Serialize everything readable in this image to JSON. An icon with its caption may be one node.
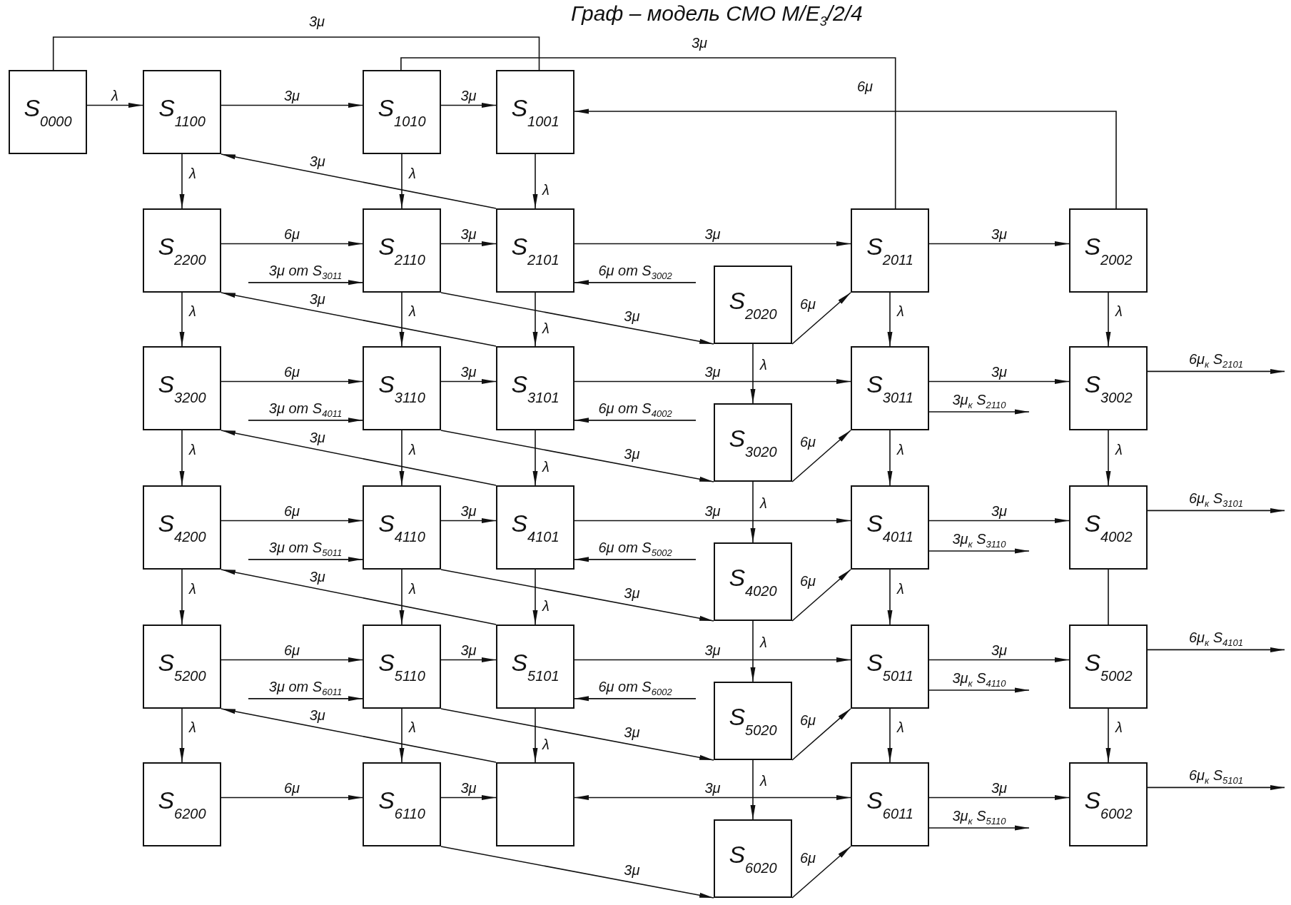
{
  "diagram": {
    "title": "Граф – модель СМО M/E$_{3}$/2/4",
    "nodes": [
      {
        "text": [
          "S$_{0000}$"
        ]
      },
      {
        "text": [
          "S$_{1100}$"
        ]
      },
      {
        "text": [
          "S$_{1010}$"
        ]
      },
      {
        "text": [
          "S$_{1001}$"
        ]
      },
      {
        "text": [
          "S$_{2200}$"
        ]
      },
      {
        "text": [
          "S$_{2110}$"
        ]
      },
      {
        "text": [
          "S$_{2101}$"
        ]
      },
      {
        "text": [
          "S$_{2011}$"
        ]
      },
      {
        "text": [
          "S$_{2002}$"
        ]
      },
      {
        "text": [
          "S$_{2020}$"
        ]
      },
      {
        "text": [
          "S$_{3200}$"
        ]
      },
      {
        "text": [
          "S$_{3110}$"
        ]
      },
      {
        "text": [
          "S$_{3101}$"
        ]
      },
      {
        "text": [
          "S$_{3011}$"
        ]
      },
      {
        "text": [
          "S$_{3002}$"
        ]
      },
      {
        "text": [
          "S$_{3020}$"
        ]
      },
      {
        "text": [
          "S$_{4200}$"
        ]
      },
      {
        "text": [
          "S$_{4110}$"
        ]
      },
      {
        "text": [
          "S$_{4101}$"
        ]
      },
      {
        "text": [
          "S$_{4011}$"
        ]
      },
      {
        "text": [
          "S$_{4002}$"
        ]
      },
      {
        "text": [
          "S$_{4020}$"
        ]
      },
      {
        "text": [
          "S$_{5200}$"
        ]
      },
      {
        "text": [
          "S$_{5110}$"
        ]
      },
      {
        "text": [
          "S$_{5101}$"
        ]
      },
      {
        "text": [
          "S$_{5011}$"
        ]
      },
      {
        "text": [
          "S$_{5002}$"
        ]
      },
      {
        "text": [
          "S$_{5020}$"
        ]
      },
      {
        "text": [
          "S$_{6200}$"
        ]
      },
      {
        "text": [
          "S$_{6110}$"
        ]
      },
      {
        "text": [],
        "shape": "box"
      },
      {
        "text": [
          "S$_{6011}$"
        ]
      },
      {
        "text": [
          "S$_{6002}$"
        ]
      },
      {
        "text": [
          "S$_{6020}$"
        ]
      }
    ],
    "edges": [
      {
        "from": 0,
        "to": 1,
        "arrow": "to",
        "label": "λ"
      },
      {
        "from": 1,
        "to": 2,
        "arrow": "to",
        "label": "3μ"
      },
      {
        "from": 2,
        "to": 3,
        "arrow": "to",
        "label": "3μ"
      },
      {
        "from": 3,
        "to": 0,
        "arrow": "none",
        "label": "3μ"
      },
      {
        "from": 7,
        "to": 2,
        "arrow": "none",
        "label": "3μ"
      },
      {
        "from": 8,
        "to": 3,
        "arrow": "to",
        "label": "6μ"
      },
      {
        "from": 1,
        "to": 4,
        "arrow": "to",
        "label": "λ"
      },
      {
        "from": 2,
        "to": 5,
        "arrow": "to",
        "label": "λ"
      },
      {
        "from": 3,
        "to": 6,
        "arrow": "to",
        "label": "λ"
      },
      {
        "from": 6,
        "to": 1,
        "arrow": "to",
        "label": "3μ"
      },
      {
        "from": 4,
        "to": 5,
        "arrow": "to",
        "label": "6μ"
      },
      {
        "from": null,
        "to": 5,
        "arrow": "to",
        "label": "3μ от S$_{3011}$"
      },
      {
        "from": 5,
        "to": 6,
        "arrow": "to",
        "label": "3μ"
      },
      {
        "from": 6,
        "to": 7,
        "arrow": "to",
        "label": "3μ"
      },
      {
        "from": null,
        "to": 6,
        "arrow": "to",
        "label": "6μ от S$_{3002}$"
      },
      {
        "from": 7,
        "to": 8,
        "arrow": "to",
        "label": "3μ"
      },
      {
        "from": 5,
        "to": 9,
        "arrow": "to",
        "label": "3μ"
      },
      {
        "from": 9,
        "to": 7,
        "arrow": "to",
        "label": "6μ"
      },
      {
        "from": 4,
        "to": 10,
        "arrow": "to",
        "label": "λ"
      },
      {
        "from": 5,
        "to": 11,
        "arrow": "to",
        "label": "λ"
      },
      {
        "from": 6,
        "to": 12,
        "arrow": "to",
        "label": "λ"
      },
      {
        "from": 7,
        "to": 13,
        "arrow": "to",
        "label": "λ"
      },
      {
        "from": 8,
        "to": 14,
        "arrow": "to",
        "label": "λ"
      },
      {
        "from": 9,
        "to": 15,
        "arrow": "to",
        "label": "λ"
      },
      {
        "from": 12,
        "to": 4,
        "arrow": "to",
        "label": "3μ"
      },
      {
        "from": 10,
        "to": 11,
        "arrow": "to",
        "label": "6μ"
      },
      {
        "from": null,
        "to": 11,
        "arrow": "to",
        "label": "3μ от S$_{4011}$"
      },
      {
        "from": 11,
        "to": 12,
        "arrow": "to",
        "label": "3μ"
      },
      {
        "from": 12,
        "to": 13,
        "arrow": "to",
        "label": "3μ"
      },
      {
        "from": null,
        "to": 12,
        "arrow": "to",
        "label": "6μ от S$_{4002}$"
      },
      {
        "from": 13,
        "to": 14,
        "arrow": "to",
        "label": "3μ"
      },
      {
        "from": 13,
        "to": null,
        "arrow": "to",
        "label": "3μ$_{к}$ S$_{2110}$"
      },
      {
        "from": 14,
        "to": null,
        "arrow": "to",
        "label": "6μ$_{к}$ S$_{2101}$"
      },
      {
        "from": 11,
        "to": 15,
        "arrow": "to",
        "label": "3μ"
      },
      {
        "from": 15,
        "to": 13,
        "arrow": "to",
        "label": "6μ"
      },
      {
        "from": 10,
        "to": 16,
        "arrow": "to",
        "label": "λ"
      },
      {
        "from": 11,
        "to": 17,
        "arrow": "to",
        "label": "λ"
      },
      {
        "from": 12,
        "to": 18,
        "arrow": "to",
        "label": "λ"
      },
      {
        "from": 13,
        "to": 19,
        "arrow": "to",
        "label": "λ"
      },
      {
        "from": 14,
        "to": 20,
        "arrow": "to",
        "label": "λ"
      },
      {
        "from": 15,
        "to": 21,
        "arrow": "to",
        "label": "λ"
      },
      {
        "from": 18,
        "to": 10,
        "arrow": "to",
        "label": "3μ"
      },
      {
        "from": 16,
        "to": 17,
        "arrow": "to",
        "label": "6μ"
      },
      {
        "from": null,
        "to": 17,
        "arrow": "to",
        "label": "3μ от S$_{5011}$"
      },
      {
        "from": 17,
        "to": 18,
        "arrow": "to",
        "label": "3μ"
      },
      {
        "from": 18,
        "to": 19,
        "arrow": "to",
        "label": "3μ"
      },
      {
        "from": null,
        "to": 18,
        "arrow": "to",
        "label": "6μ от S$_{5002}$"
      },
      {
        "from": 19,
        "to": 20,
        "arrow": "to",
        "label": "3μ"
      },
      {
        "from": 19,
        "to": null,
        "arrow": "to",
        "label": "3μ$_{к}$ S$_{3110}$"
      },
      {
        "from": 20,
        "to": null,
        "arrow": "to",
        "label": "6μ$_{к}$ S$_{3101}$"
      },
      {
        "from": 17,
        "to": 21,
        "arrow": "to",
        "label": "3μ"
      },
      {
        "from": 21,
        "to": 19,
        "arrow": "to",
        "label": "6μ"
      },
      {
        "from": 16,
        "to": 22,
        "arrow": "to",
        "label": "λ"
      },
      {
        "from": 17,
        "to": 23,
        "arrow": "to",
        "label": "λ"
      },
      {
        "from": 18,
        "to": 24,
        "arrow": "to",
        "label": "λ"
      },
      {
        "from": 19,
        "to": 25,
        "arrow": "to",
        "label": "λ"
      },
      {
        "from": 20,
        "to": 26,
        "arrow": "none"
      },
      {
        "from": 21,
        "to": 27,
        "arrow": "to",
        "label": "λ"
      },
      {
        "from": 24,
        "to": 16,
        "arrow": "to",
        "label": "3μ"
      },
      {
        "from": 22,
        "to": 23,
        "arrow": "to",
        "label": "6μ"
      },
      {
        "from": null,
        "to": 23,
        "arrow": "to",
        "label": "3μ от S$_{6011}$"
      },
      {
        "from": 23,
        "to": 24,
        "arrow": "to",
        "label": "3μ"
      },
      {
        "from": 24,
        "to": 25,
        "arrow": "to",
        "label": "3μ"
      },
      {
        "from": null,
        "to": 24,
        "arrow": "to",
        "label": "6μ от S$_{6002}$"
      },
      {
        "from": 25,
        "to": 26,
        "arrow": "to",
        "label": "3μ"
      },
      {
        "from": 25,
        "to": null,
        "arrow": "to",
        "label": "3μ$_{к}$ S$_{4110}$"
      },
      {
        "from": 26,
        "to": null,
        "arrow": "to",
        "label": "6μ$_{к}$ S$_{4101}$"
      },
      {
        "from": 23,
        "to": 27,
        "arrow": "to",
        "label": "3μ"
      },
      {
        "from": 27,
        "to": 25,
        "arrow": "to",
        "label": "6μ"
      },
      {
        "from": 22,
        "to": 28,
        "arrow": "to",
        "label": "λ"
      },
      {
        "from": 23,
        "to": 29,
        "arrow": "to",
        "label": "λ"
      },
      {
        "from": 24,
        "to": 30,
        "arrow": "to",
        "label": "λ"
      },
      {
        "from": 25,
        "to": 31,
        "arrow": "to",
        "label": "λ"
      },
      {
        "from": 26,
        "to": 32,
        "arrow": "to",
        "label": "λ"
      },
      {
        "from": 27,
        "to": 33,
        "arrow": "to",
        "label": "λ"
      },
      {
        "from": 30,
        "to": 22,
        "arrow": "to",
        "label": "3μ"
      },
      {
        "from": 28,
        "to": 29,
        "arrow": "to",
        "label": "6μ"
      },
      {
        "from": 29,
        "to": 30,
        "arrow": "to",
        "label": "3μ"
      },
      {
        "from": 30,
        "to": 31,
        "arrow": "both",
        "label": "3μ"
      },
      {
        "from": 31,
        "to": 32,
        "arrow": "to",
        "label": "3μ"
      },
      {
        "from": 31,
        "to": null,
        "arrow": "to",
        "label": "3μ$_{к}$ S$_{5110}$"
      },
      {
        "from": 32,
        "to": null,
        "arrow": "to",
        "label": "6μ$_{к}$ S$_{5101}$"
      },
      {
        "from": 29,
        "to": 33,
        "arrow": "to",
        "label": "3μ"
      },
      {
        "from": 33,
        "to": 31,
        "arrow": "to",
        "label": "6μ"
      }
    ]
  }
}
